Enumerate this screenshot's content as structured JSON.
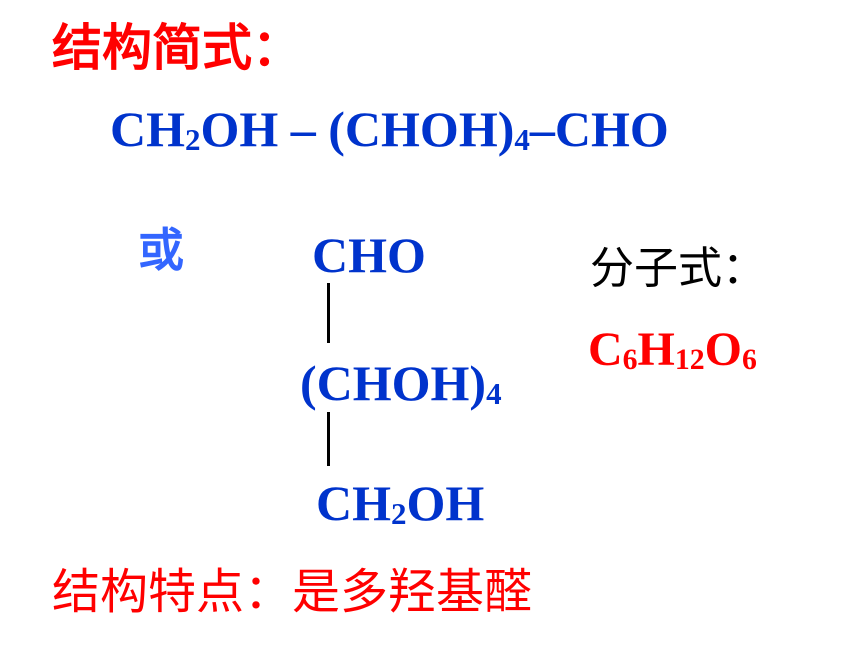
{
  "heading": "结构简式：",
  "condensed_formula": {
    "parts": [
      "CH",
      "2",
      "OH – (CHOH)",
      "4",
      "–CHO"
    ]
  },
  "or_label": "或",
  "vertical_formula": {
    "top": "CHO",
    "middle": [
      "(CHOH)",
      "4"
    ],
    "bottom": [
      "CH",
      "2",
      "OH"
    ]
  },
  "molecular_formula_label": "分子式：",
  "molecular_formula": {
    "parts": [
      "C",
      "6",
      "H",
      "12",
      "O",
      "6"
    ]
  },
  "structure_feature": "结构特点：是多羟基醛",
  "colors": {
    "heading": "#ff0000",
    "formula": "#0033cc",
    "or": "#3366ff",
    "molecular": "#ff0000",
    "label": "#000000"
  }
}
